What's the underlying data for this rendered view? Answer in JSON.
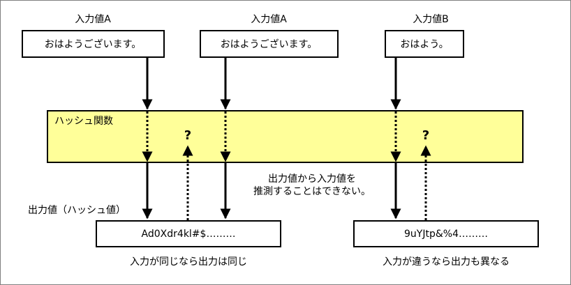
{
  "inputs": [
    {
      "label": "入力値A",
      "value": "おはようございます。"
    },
    {
      "label": "入力値A",
      "value": "おはようございます。"
    },
    {
      "label": "入力値B",
      "value": "おはよう。"
    }
  ],
  "hash_function": {
    "label": "ハッシュ関数",
    "unknown_mark": "?"
  },
  "irreversible_note": {
    "line1": "出力値から入力値を",
    "line2": "推測することはできない。"
  },
  "output_label": "出力値（ハッシュ値）",
  "outputs": [
    {
      "value": "Ad0Xdr4kl#$………",
      "caption": "入力が同じなら出力は同じ"
    },
    {
      "value": "9uYJtp&%4………",
      "caption": "入力が違うなら出力も異なる"
    }
  ],
  "colors": {
    "hash_fill": "#ffff99",
    "stroke": "#000000",
    "frame": "#7f7f7f"
  }
}
